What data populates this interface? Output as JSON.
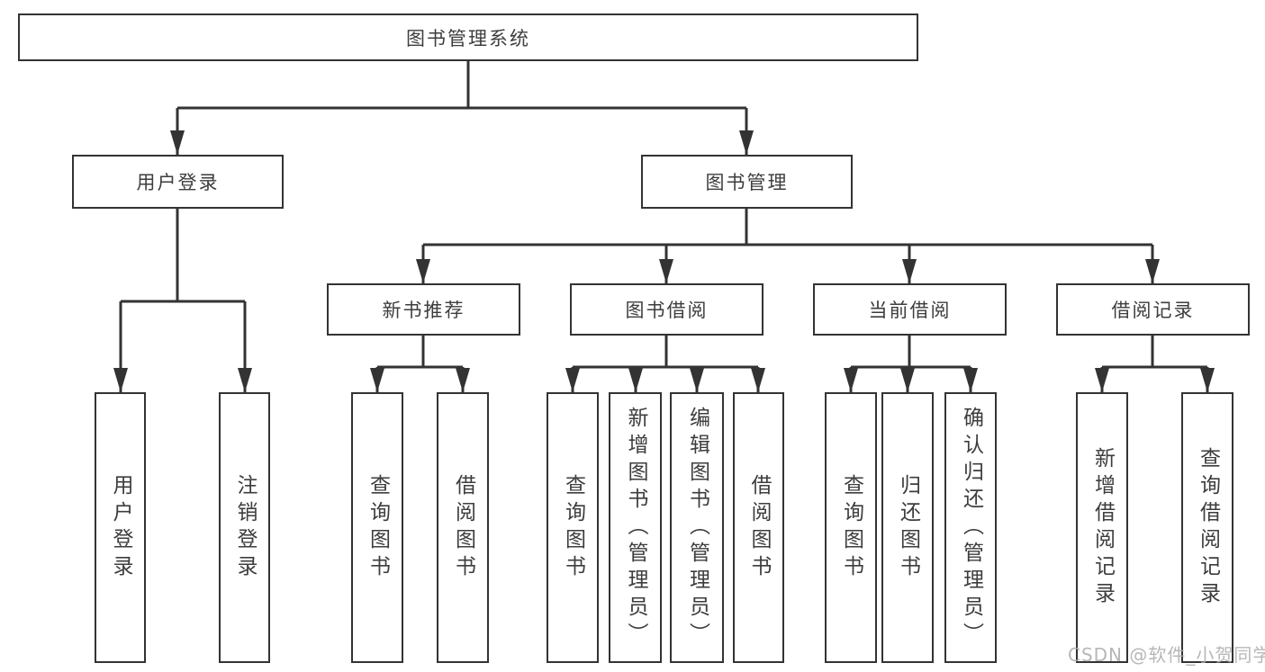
{
  "diagram": {
    "title": "图书管理系统",
    "branches": [
      {
        "label": "用户登录",
        "children": [
          {
            "label": "用户登录"
          },
          {
            "label": "注销登录"
          }
        ]
      },
      {
        "label": "图书管理",
        "children": [
          {
            "label": "新书推荐",
            "children": [
              {
                "label": "查询图书"
              },
              {
                "label": "借阅图书"
              }
            ]
          },
          {
            "label": "图书借阅",
            "children": [
              {
                "label": "查询图书"
              },
              {
                "label": "新增图书（管理员）"
              },
              {
                "label": "编辑图书（管理员）"
              },
              {
                "label": "借阅图书"
              }
            ]
          },
          {
            "label": "当前借阅",
            "children": [
              {
                "label": "查询图书"
              },
              {
                "label": "归还图书"
              },
              {
                "label": "确认归还（管理员）"
              }
            ]
          },
          {
            "label": "借阅记录",
            "children": [
              {
                "label": "新增借阅记录"
              },
              {
                "label": "查询借阅记录"
              }
            ]
          }
        ]
      }
    ]
  },
  "watermark": {
    "text": "CSDN @软件_小贺同学"
  },
  "colors": {
    "line": "#333333",
    "box_border": "#333333",
    "text": "#3d3d3d",
    "watermark": "#ababab"
  }
}
